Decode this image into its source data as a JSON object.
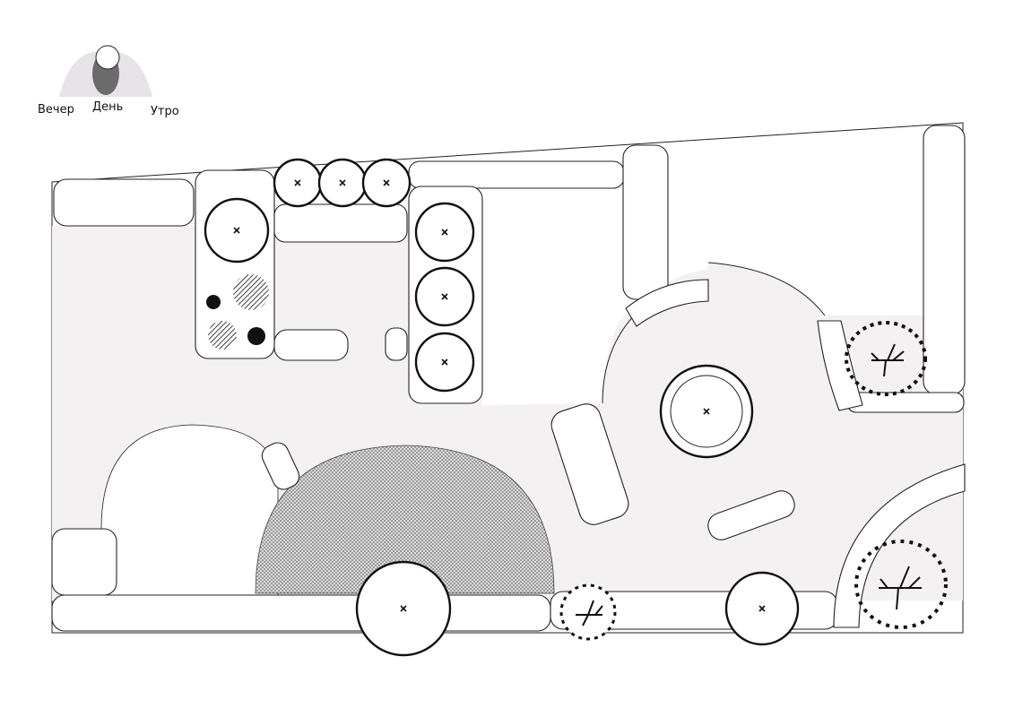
{
  "sun_diagram": {
    "labels": [
      "Вечер",
      "День",
      "Утро"
    ],
    "colors": {
      "wing": "#e6e4e6",
      "center": "#6b6b6b"
    }
  },
  "colors": {
    "lawn": "#f3f1f2",
    "paving_pattern": "#cfcfcf",
    "line": "#222222"
  },
  "legend_icons": [
    "sun-diagram-icon",
    "tree-icon",
    "shrub-icon",
    "hedge-icon",
    "perennial-icon"
  ]
}
